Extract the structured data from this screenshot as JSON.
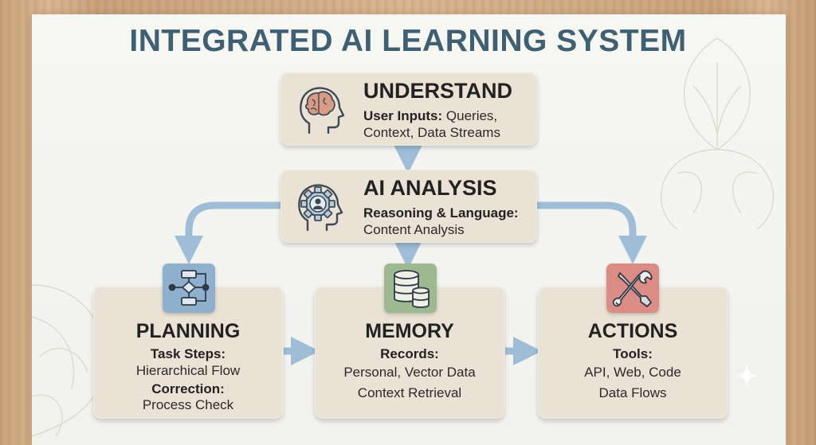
{
  "title": "INTEGRATED AI LEARNING SYSTEM",
  "colors": {
    "title": "#3f5f72",
    "card": "#eae2d4",
    "arrow": "#9fbdd6",
    "planning_tile": "#8fb0cc",
    "memory_tile": "#9db98f",
    "actions_tile": "#db8c85"
  },
  "understand": {
    "icon": "brain-head-icon",
    "title": "UNDERSTAND",
    "line1_bold": "User Inputs:",
    "line1_rest": " Queries,",
    "line2": "Context, Data Streams"
  },
  "analysis": {
    "icon": "gear-head-icon",
    "title": "AI ANALYSIS",
    "line1_bold": "Reasoning & Language:",
    "line2": "Content Analysis"
  },
  "planning": {
    "icon": "flowchart-icon",
    "title": "PLANNING",
    "label1": "Task Steps:",
    "value1": "Hierarchical Flow",
    "label2": "Correction:",
    "value2": "Process Check"
  },
  "memory": {
    "icon": "database-icon",
    "title": "MEMORY",
    "label1": "Records:",
    "value1": "Personal, Vector Data",
    "value2": "Context Retrieval"
  },
  "actions": {
    "icon": "wrench-screwdriver-icon",
    "title": "ACTIONS",
    "label1": "Tools:",
    "value1": "API, Web, Code",
    "value2": "Data Flows"
  }
}
